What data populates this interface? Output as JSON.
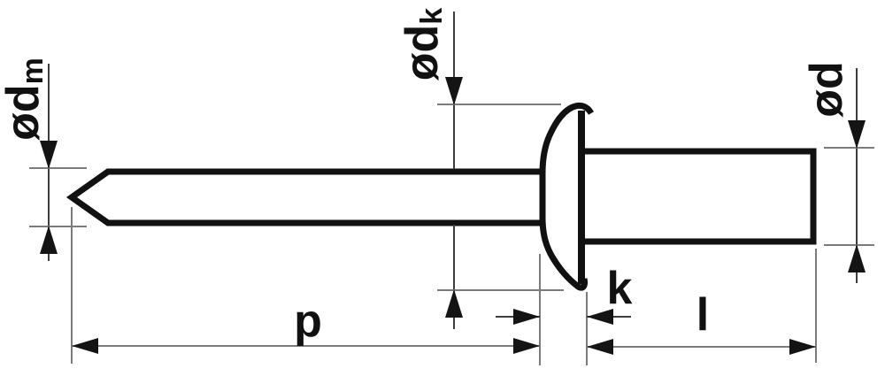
{
  "diagram": {
    "type": "technical-drawing",
    "subject": "blind-rivet-side-view",
    "labels": {
      "mandrel_diameter": {
        "main": "ød",
        "sub": "m"
      },
      "head_diameter": {
        "main": "ød",
        "sub": "k"
      },
      "body_diameter": {
        "main": "ød",
        "sub": ""
      },
      "mandrel_length": "p",
      "head_height": "k",
      "body_length": "l"
    },
    "colors": {
      "outline": "#111111",
      "dim_line": "#3d3d3d",
      "ext_line": "#7b7b7b",
      "arrow": "#141414",
      "label_text": "#111111",
      "background": "#ffffff"
    }
  }
}
